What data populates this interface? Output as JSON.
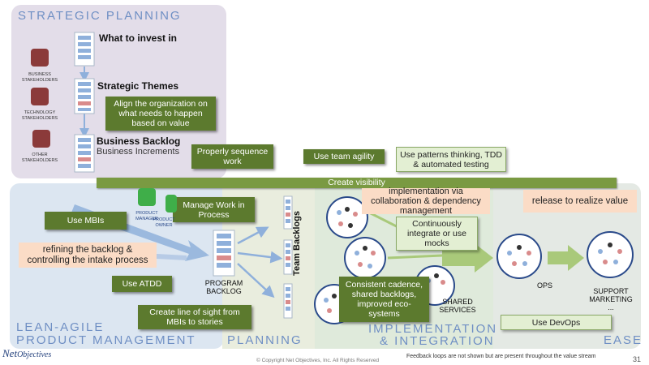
{
  "panels": {
    "strategic_planning": "STRATEGIC PLANNING",
    "lean_agile_line1": "LEAN-AGILE",
    "lean_agile_line2": "PRODUCT MANAGEMENT",
    "planning": "PLANNING",
    "implementation_line1": "IMPLEMENTATION",
    "implementation_line2": "& INTEGRATION",
    "ease": "EASE"
  },
  "strategic": {
    "what_to_invest": "What to invest in",
    "strategic_themes": "Strategic Themes",
    "business_backlog": "Business Backlog",
    "business_increments": "Business Increments",
    "align_box": "Align the organization on what needs to happen based on value",
    "stakeholders": [
      {
        "line1": "BUSINESS",
        "line2": "STAKEHOLDERS",
        "color": "#8b3a3a"
      },
      {
        "line1": "TECHNOLOGY",
        "line2": "STAKEHOLDERS",
        "color": "#8b3a3a"
      },
      {
        "line1": "OTHER",
        "line2": "STAKEHOLDERS",
        "color": "#8b3a3a"
      }
    ]
  },
  "boxes": {
    "properly_sequence": "Properly sequence work",
    "use_team_agility": "Use team agility",
    "use_patterns": "Use patterns thinking, TDD & automated testing",
    "create_visibility": "Create visibility",
    "implementation_via": "implementation via collaboration & dependency management",
    "release_to_realize": "release to realize value",
    "use_mbis": "Use MBIs",
    "manage_work": "Manage Work in Process",
    "refining_backlog": "refining the backlog & controlling the intake process",
    "continuously_integrate": "Continuously integrate or use mocks",
    "use_atdd": "Use ATDD",
    "consistent_cadence": "Consistent cadence, shared backlogs, improved eco-systems",
    "line_of_sight": "Create line of sight from MBIs to stories",
    "use_devops": "Use DevOps"
  },
  "labels": {
    "product_manager_1": "PRODUCT",
    "product_manager_2": "MANAGER",
    "product_owner_1": "PRODUCT",
    "product_owner_2": "OWNER",
    "program_backlog_1": "PROGRAM",
    "program_backlog_2": "BACKLOG",
    "team_backlogs": "Team Backlogs",
    "shared_services_1": "SHARED",
    "shared_services_2": "SERVICES",
    "ops": "OPS",
    "support_marketing_1": "SUPPORT",
    "support_marketing_2": "MARKETING",
    "ellipsis": "..."
  },
  "footer": {
    "logo_net": "Net",
    "logo_objectives": "Objectives",
    "copyright": "© Copyright Net Objectives, Inc. All Rights Reserved",
    "feedback": "Feedback loops are not shown but are present throughout the value stream",
    "page_number": "31"
  },
  "colors": {
    "dark_green": "#5c7a2e",
    "light_green": "#e3efd3",
    "peach": "#fbdcc6",
    "title_blue": "#6f8fc4",
    "bar_blue": "#8fb0db",
    "bar_pink": "#d98b8b",
    "arrow_blue": "#8fb0db",
    "arrow_green": "#a9c97a"
  }
}
